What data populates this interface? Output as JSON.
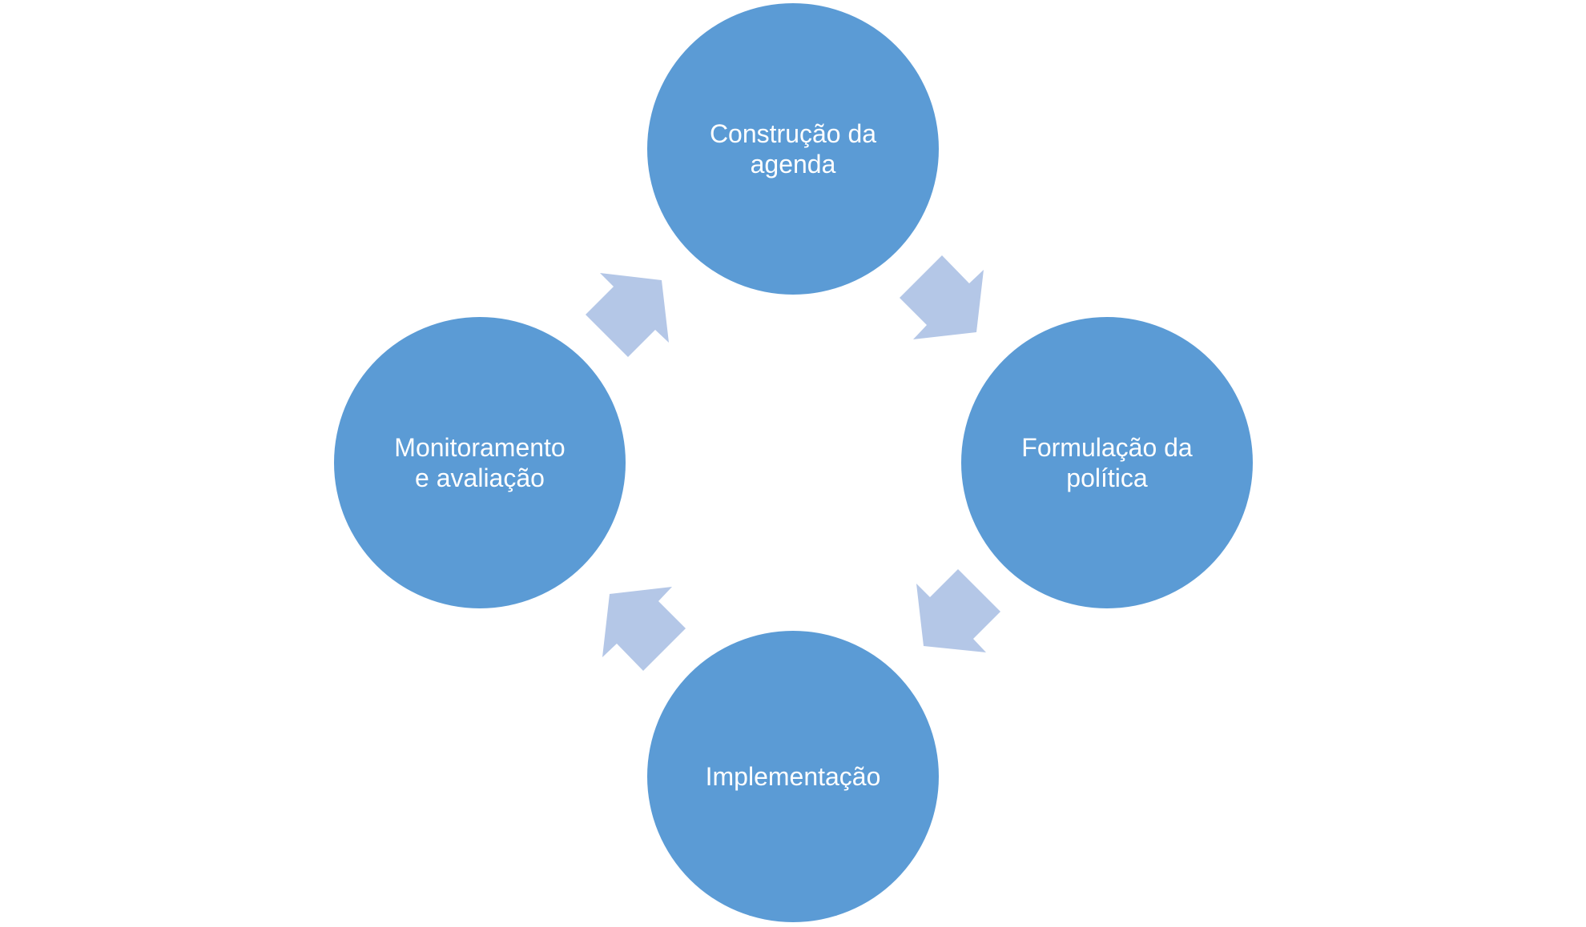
{
  "diagram": {
    "type": "cycle",
    "colors": {
      "node_fill": "#5B9BD5",
      "arrow_fill": "#B4C7E7",
      "text": "#FFFFFF",
      "background": "#FFFFFF"
    },
    "nodes": [
      {
        "label": "Construção da\nagenda"
      },
      {
        "label": "Formulação da\npolítica"
      },
      {
        "label": "Implementação"
      },
      {
        "label": "Monitoramento\ne avaliação"
      }
    ],
    "edges": [
      {
        "from": "Construção da agenda",
        "to": "Formulação da política"
      },
      {
        "from": "Formulação da política",
        "to": "Implementação"
      },
      {
        "from": "Implementação",
        "to": "Monitoramento e avaliação"
      },
      {
        "from": "Monitoramento e avaliação",
        "to": "Construção da agenda"
      }
    ]
  }
}
